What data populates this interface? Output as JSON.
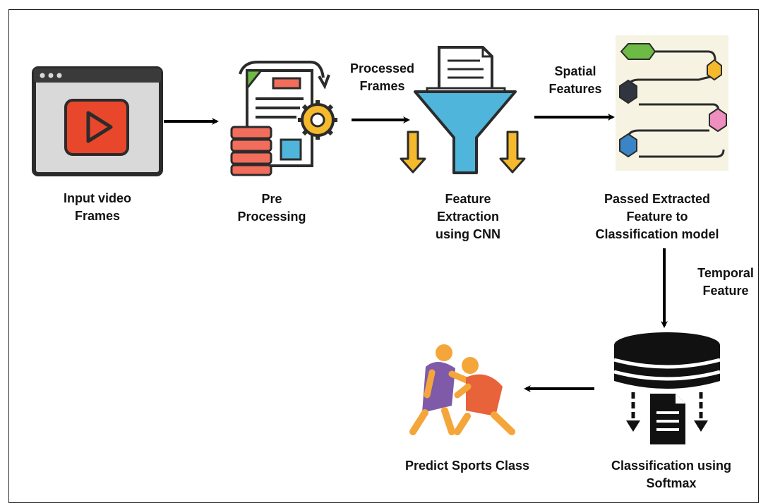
{
  "colors": {
    "arrow": "#000000",
    "frame": "#222222",
    "window_bg": "#d9d9d9",
    "play_red": "#e8472b",
    "funnel_blue": "#4fb5db",
    "down_arrow_yellow": "#f4b92d",
    "figure_purple": "#7f5aa8",
    "figure_orange": "#e8623a",
    "figure_skin": "#f4a63a"
  },
  "icons": {
    "input": "video-player-window-icon",
    "preprocess": "document-gear-database-icon",
    "cnn": "funnel-filter-icon",
    "model": "sequence-flow-icon",
    "softmax": "database-document-icon",
    "predict": "wrestling-players-icon"
  },
  "labels": {
    "input": [
      "Input video",
      "Frames"
    ],
    "preprocess": [
      "Pre",
      "Processing"
    ],
    "processed": [
      "Processed",
      "Frames"
    ],
    "cnn": [
      "Feature",
      "Extraction",
      "using CNN"
    ],
    "spatial": [
      "Spatial",
      "Features"
    ],
    "model": [
      "Passed Extracted",
      "Feature to",
      "Classification model"
    ],
    "temporal": [
      "Temporal",
      "Feature"
    ],
    "softmax": [
      "Classification using",
      "Softmax"
    ],
    "predict": [
      "Predict Sports Class"
    ]
  }
}
